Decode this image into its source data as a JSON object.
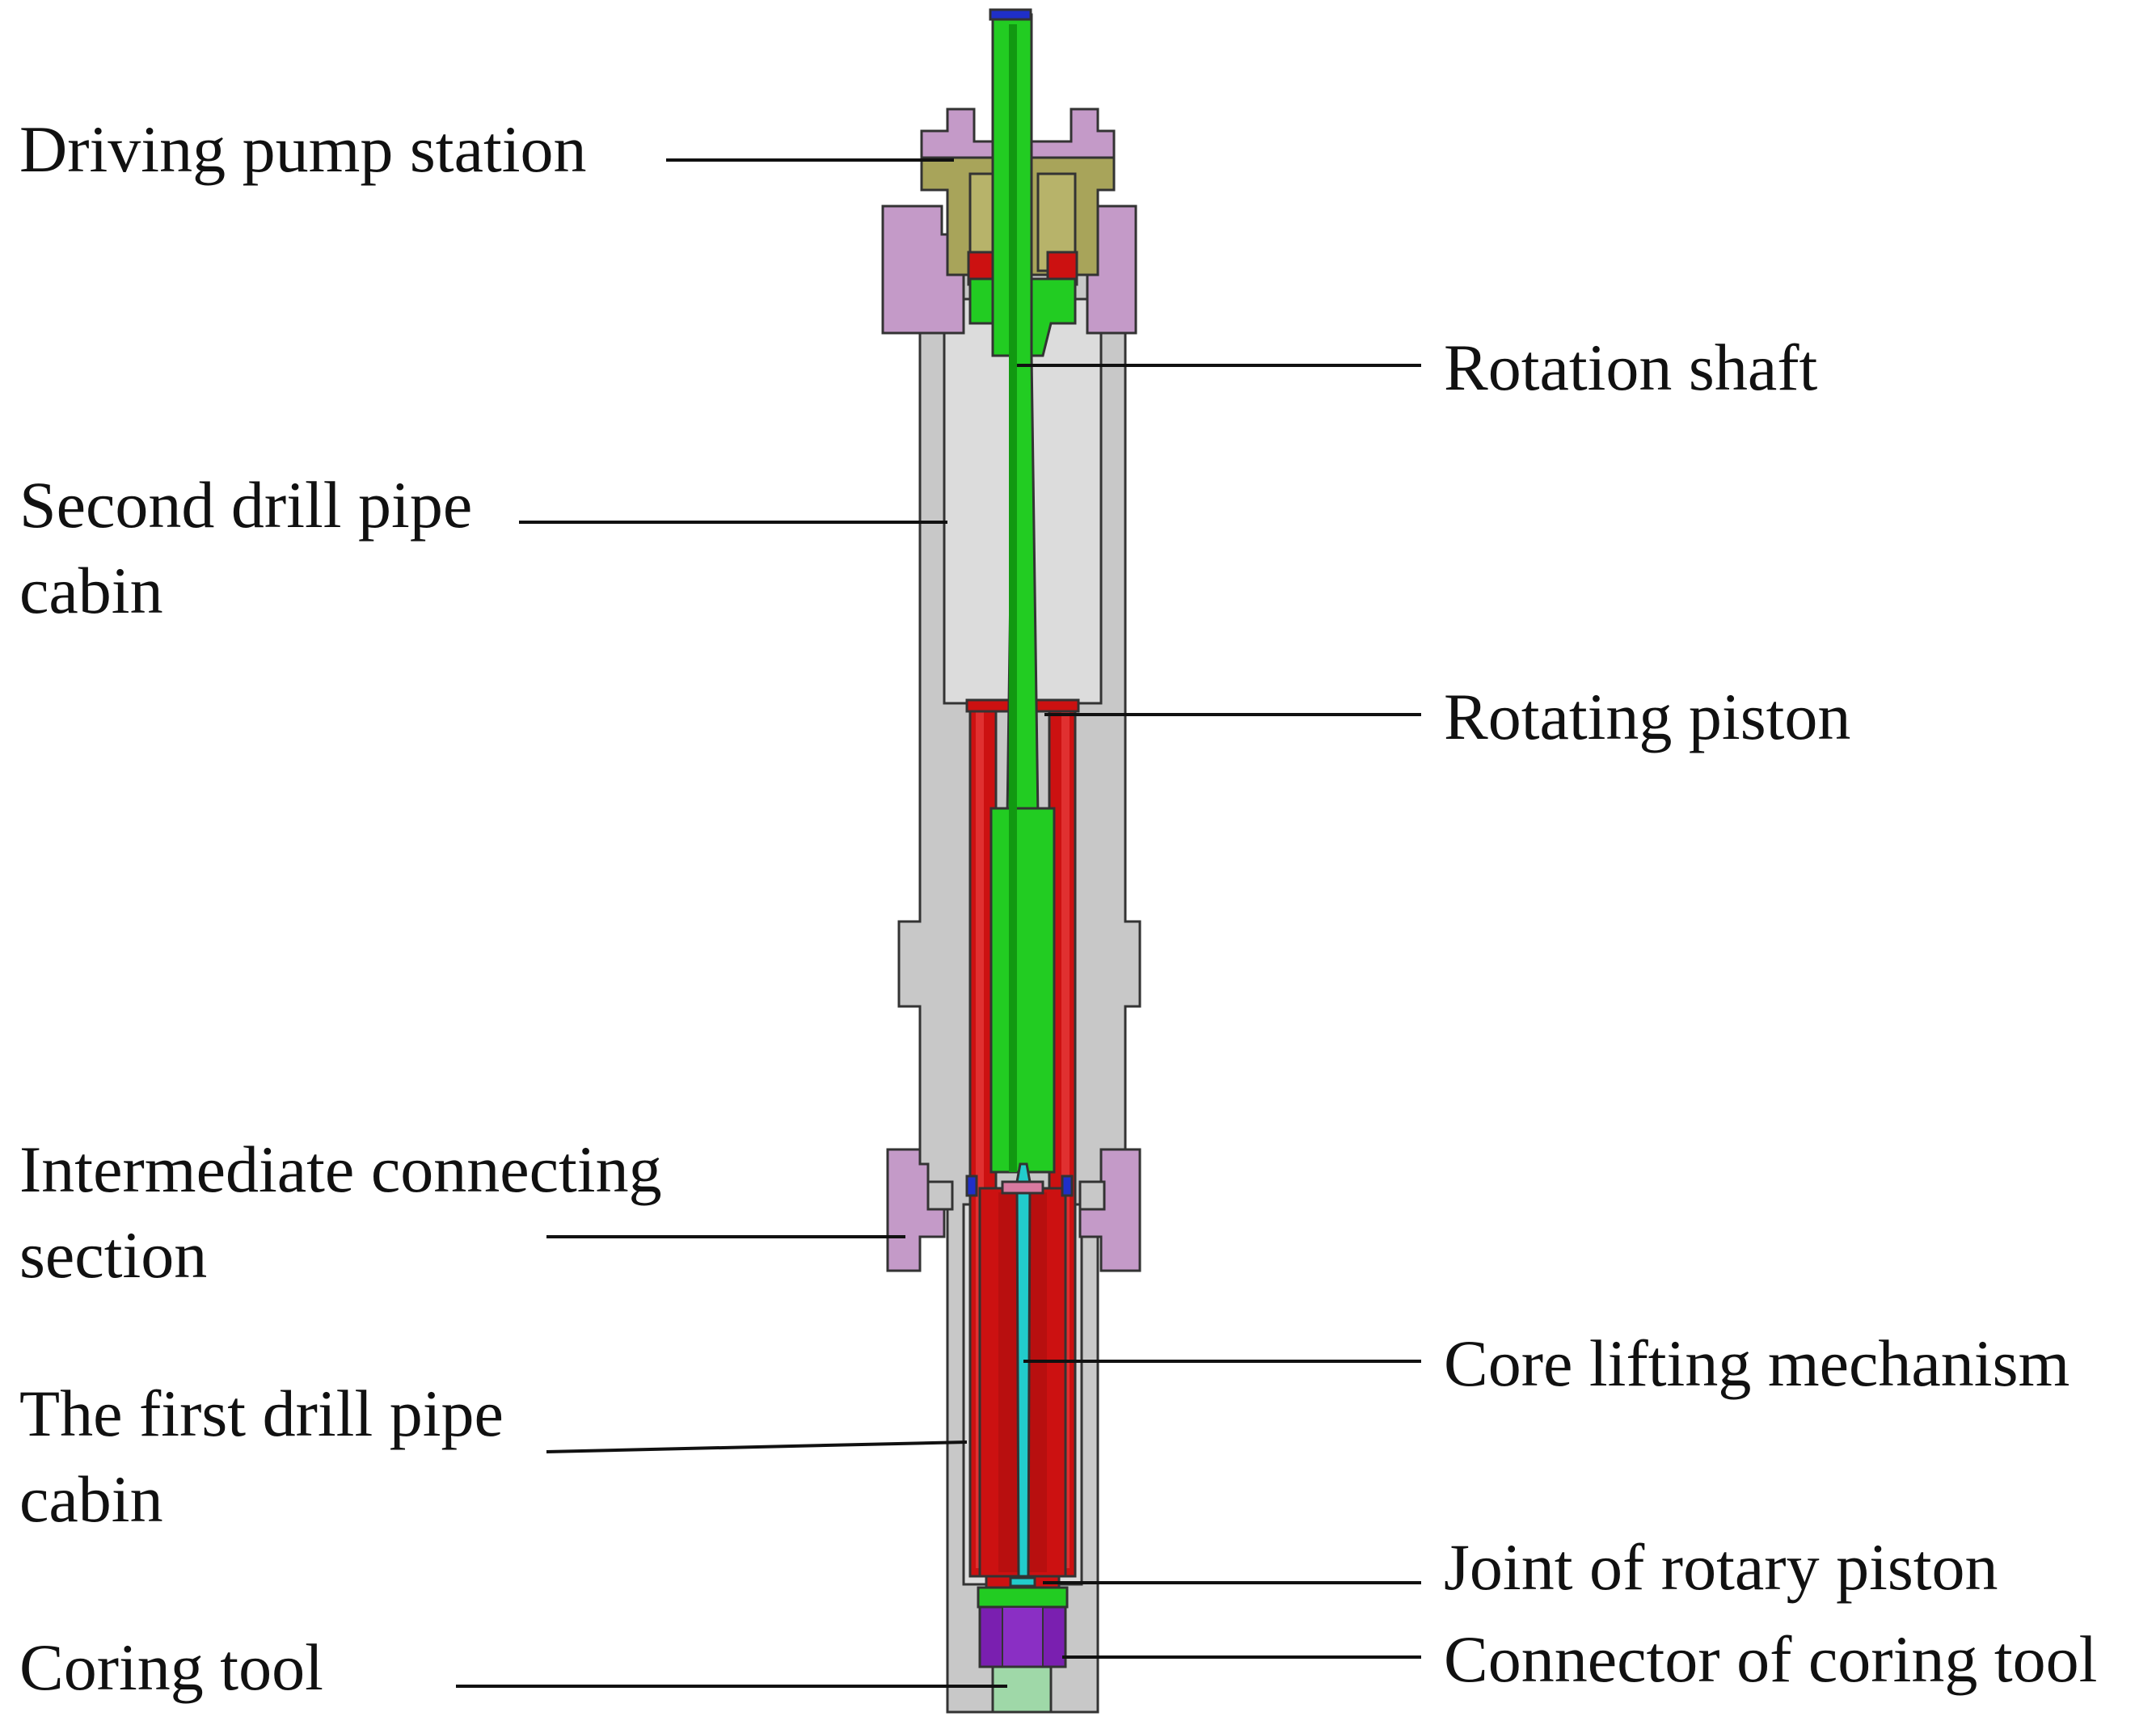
{
  "labels": {
    "driving_pump_station": "Driving pump station",
    "rotation_shaft": "Rotation shaft",
    "second_drill_pipe_cabin_line1": "Second drill pipe",
    "second_drill_pipe_cabin_line2": "cabin",
    "rotating_piston": "Rotating piston",
    "intermediate_connecting_section_line1": "Intermediate connecting",
    "intermediate_connecting_section_line2": "section",
    "core_lifting_mechanism": "Core lifting mechanism",
    "first_drill_pipe_cabin_line1": "The first drill pipe",
    "first_drill_pipe_cabin_line2": "cabin",
    "joint_of_rotary_piston": "Joint of rotary piston",
    "coring_tool": "Coring tool",
    "connector_of_coring_tool": "Connector of coring tool"
  },
  "colors": {
    "outer_pipe": "#c8c8c8",
    "housing_flange": "#c49ac8",
    "pump_station": "#a8a45a",
    "rotation_shaft": "#22cc22",
    "rotating_piston": "#cc1111",
    "core_lifting": "#22cccc",
    "connector": "#7a1fb0",
    "coring_tool": "#9fd8a8",
    "seal": "#1f2fc8",
    "outline": "#333333",
    "leader_line": "#111111"
  }
}
